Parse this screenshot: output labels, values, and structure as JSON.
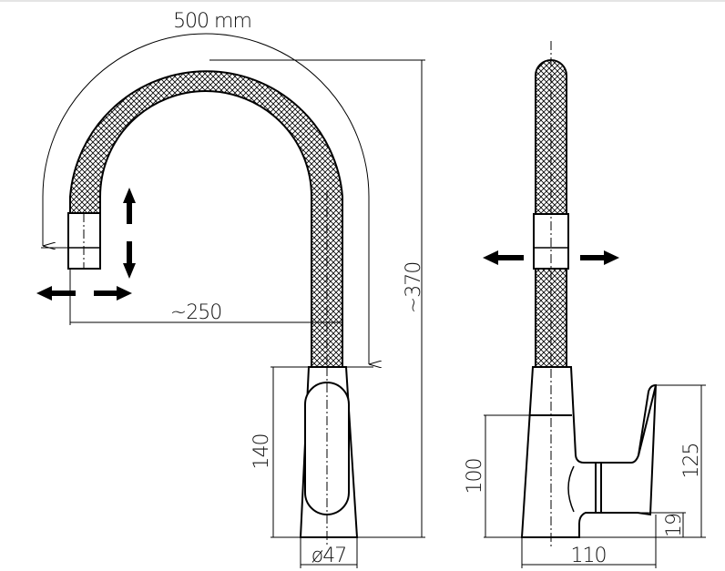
{
  "drawing": {
    "title_dimension": "500 mm",
    "front_view": {
      "height_label": "~370",
      "reach_label": "~250",
      "base_height_label": "140",
      "base_diameter_label": "ø47"
    },
    "side_view": {
      "body_height_label": "100",
      "handle_height_label": "125",
      "lever_offset_label": "19",
      "depth_label": "110"
    }
  },
  "colors": {
    "line": "#000000",
    "background": "#ffffff"
  }
}
